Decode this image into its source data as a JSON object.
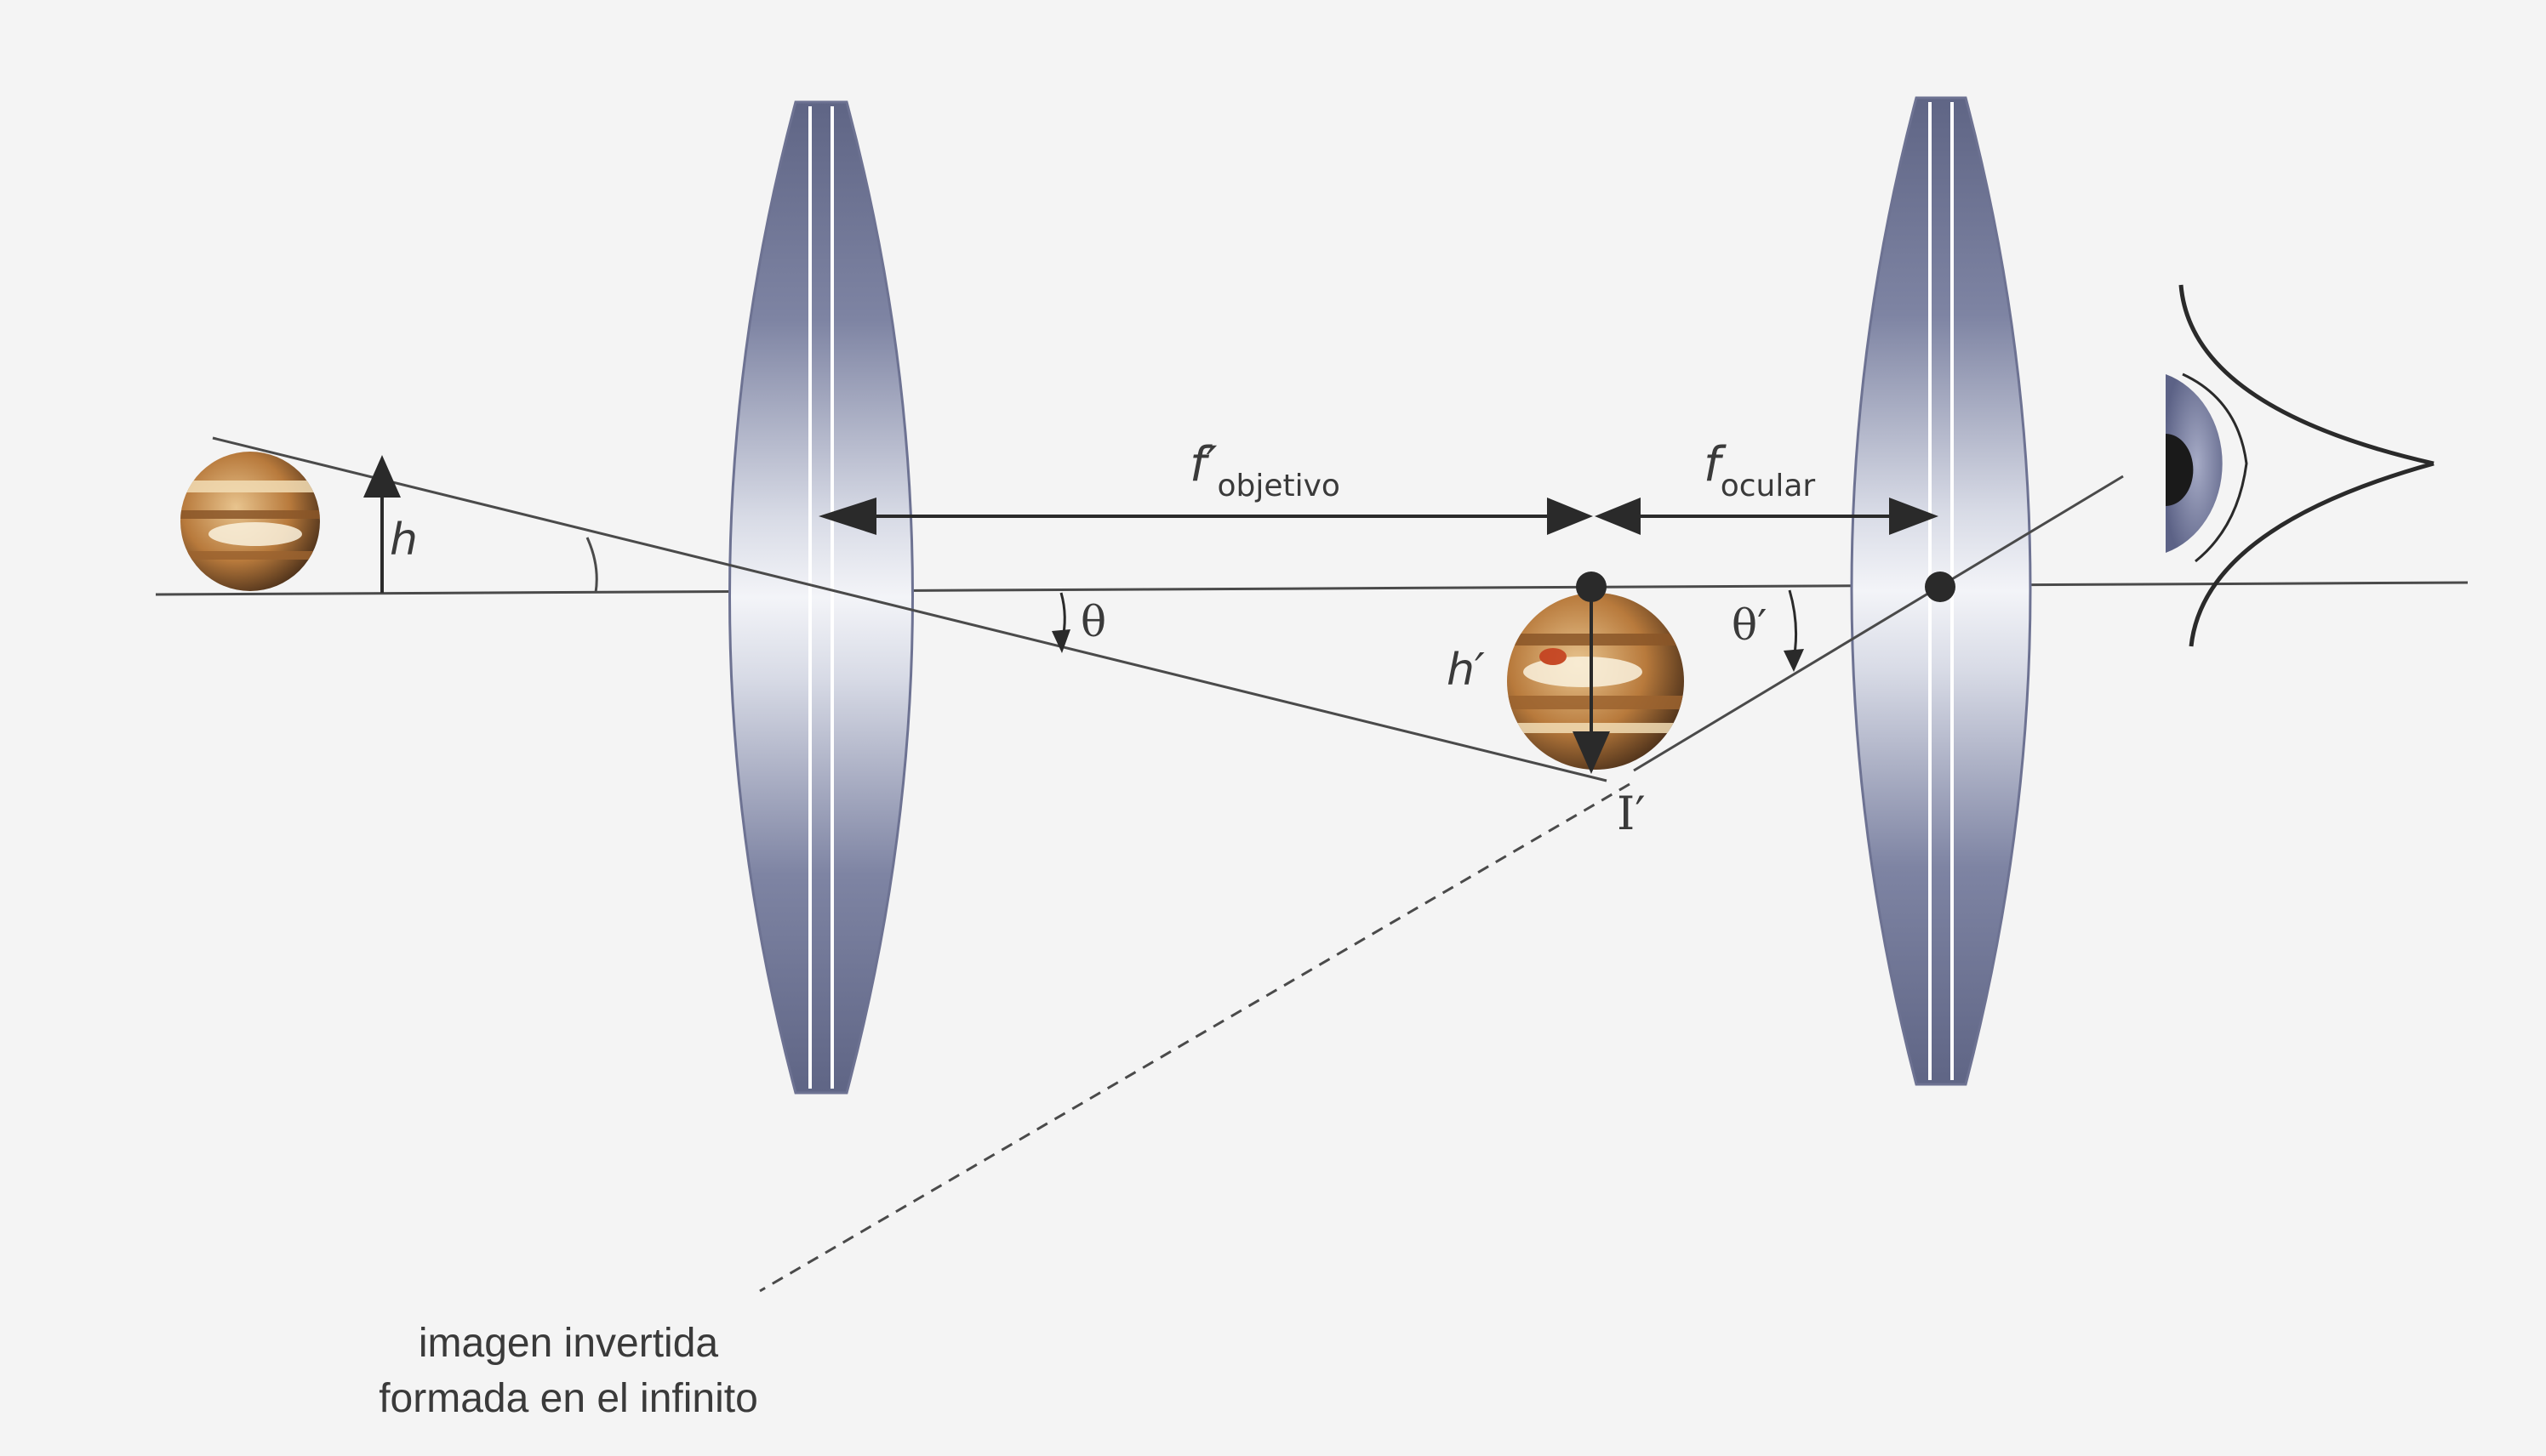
{
  "labels": {
    "object_height": "h",
    "image_height": "h′",
    "angle_objective": "θ",
    "angle_ocular": "θ′",
    "image_point": "I′",
    "focal_objective": {
      "symbol": "f′",
      "subscript": "objetivo"
    },
    "focal_ocular": {
      "symbol": "f",
      "subscript": "ocular"
    },
    "caption_line_1": "imagen invertida",
    "caption_line_2": "formada en el infinito"
  },
  "colors": {
    "background": "#f4f4f4",
    "lens_dark": "#737999",
    "lens_light": "#eef0f6",
    "line": "#4a4a4a",
    "planet": "#c48a46",
    "eye_iris": "#7e84a6"
  },
  "icons": {
    "object_planet": "jupiter-planet-icon",
    "image_planet": "jupiter-planet-icon",
    "eye": "eye-icon"
  }
}
